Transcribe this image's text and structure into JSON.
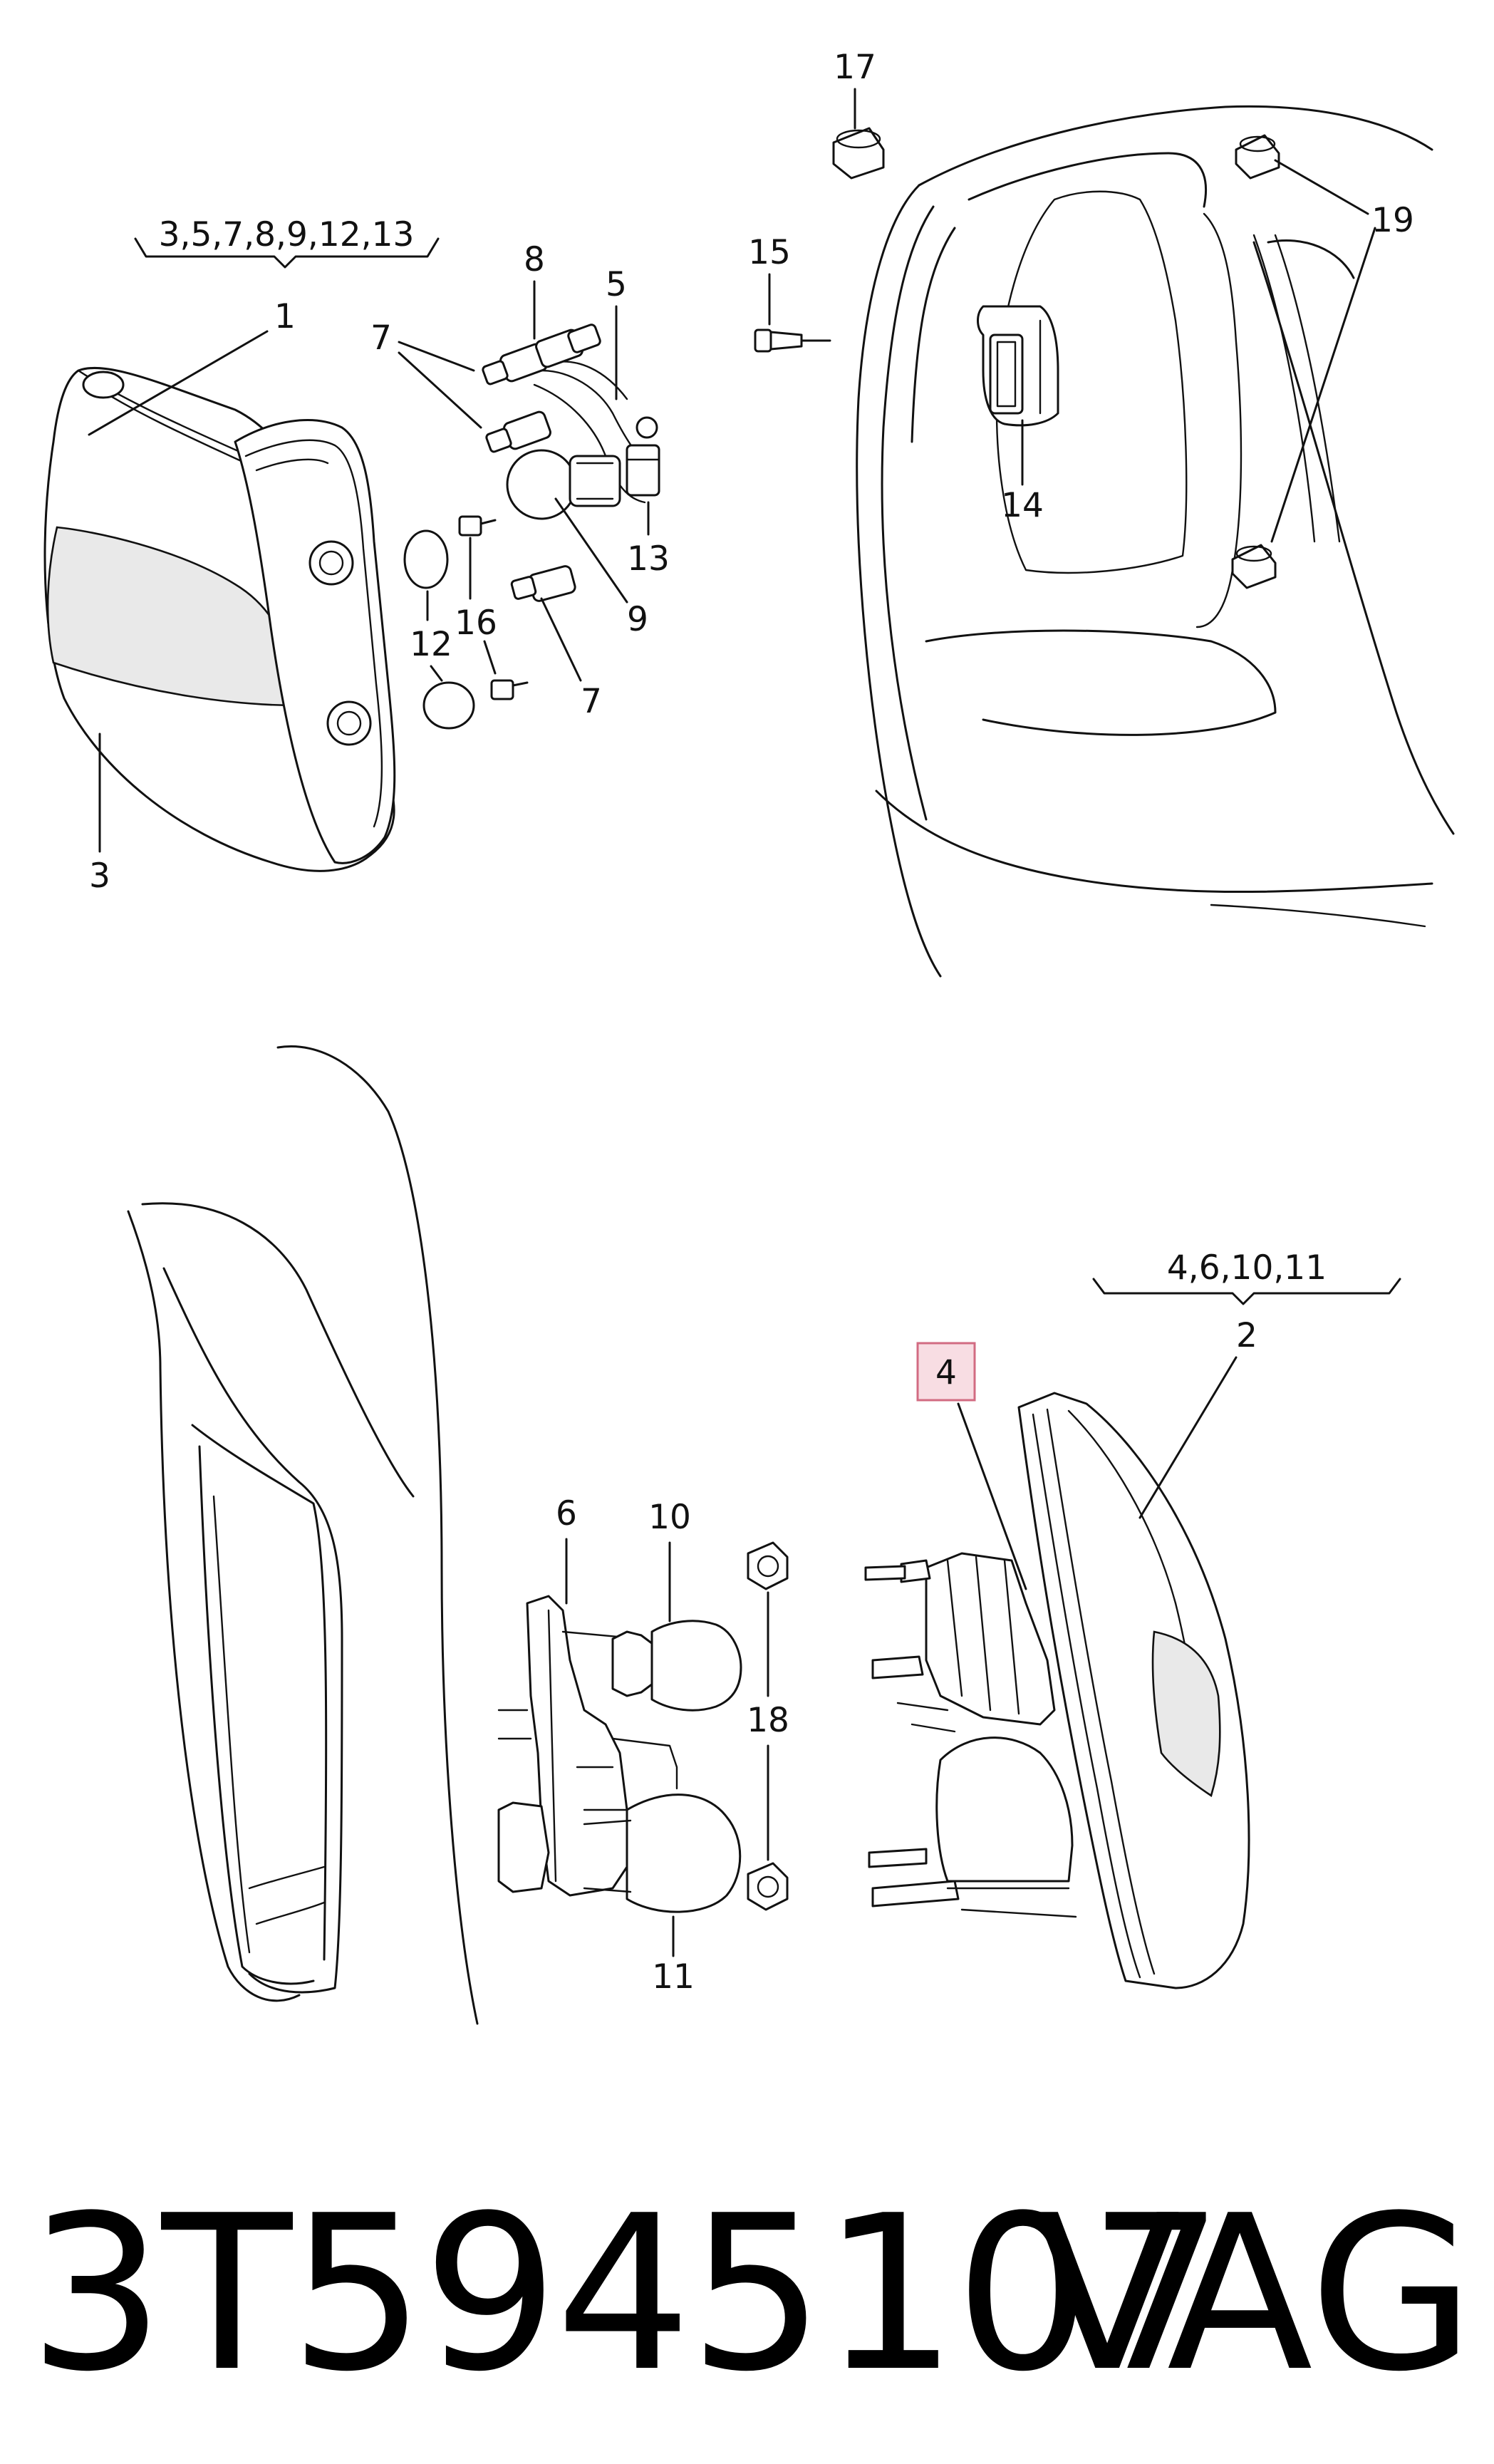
{
  "callouts": {
    "group_upper": "3,5,7,8,9,12,13",
    "group_lower": "4,6,10,11",
    "n1": "1",
    "n2": "2",
    "n3": "3",
    "n4": "4",
    "n5": "5",
    "n6": "6",
    "n7a": "7",
    "n7b": "7",
    "n8": "8",
    "n9": "9",
    "n10": "10",
    "n11": "11",
    "n12": "12",
    "n13": "13",
    "n14": "14",
    "n15": "15",
    "n16": "16",
    "n17": "17",
    "n18": "18",
    "n19": "19"
  },
  "highlight": {
    "part": "4",
    "fill": "#f8dde3",
    "border": "#d26b82"
  },
  "footer": {
    "part_number": "3T5945107",
    "brand": "VAG"
  }
}
